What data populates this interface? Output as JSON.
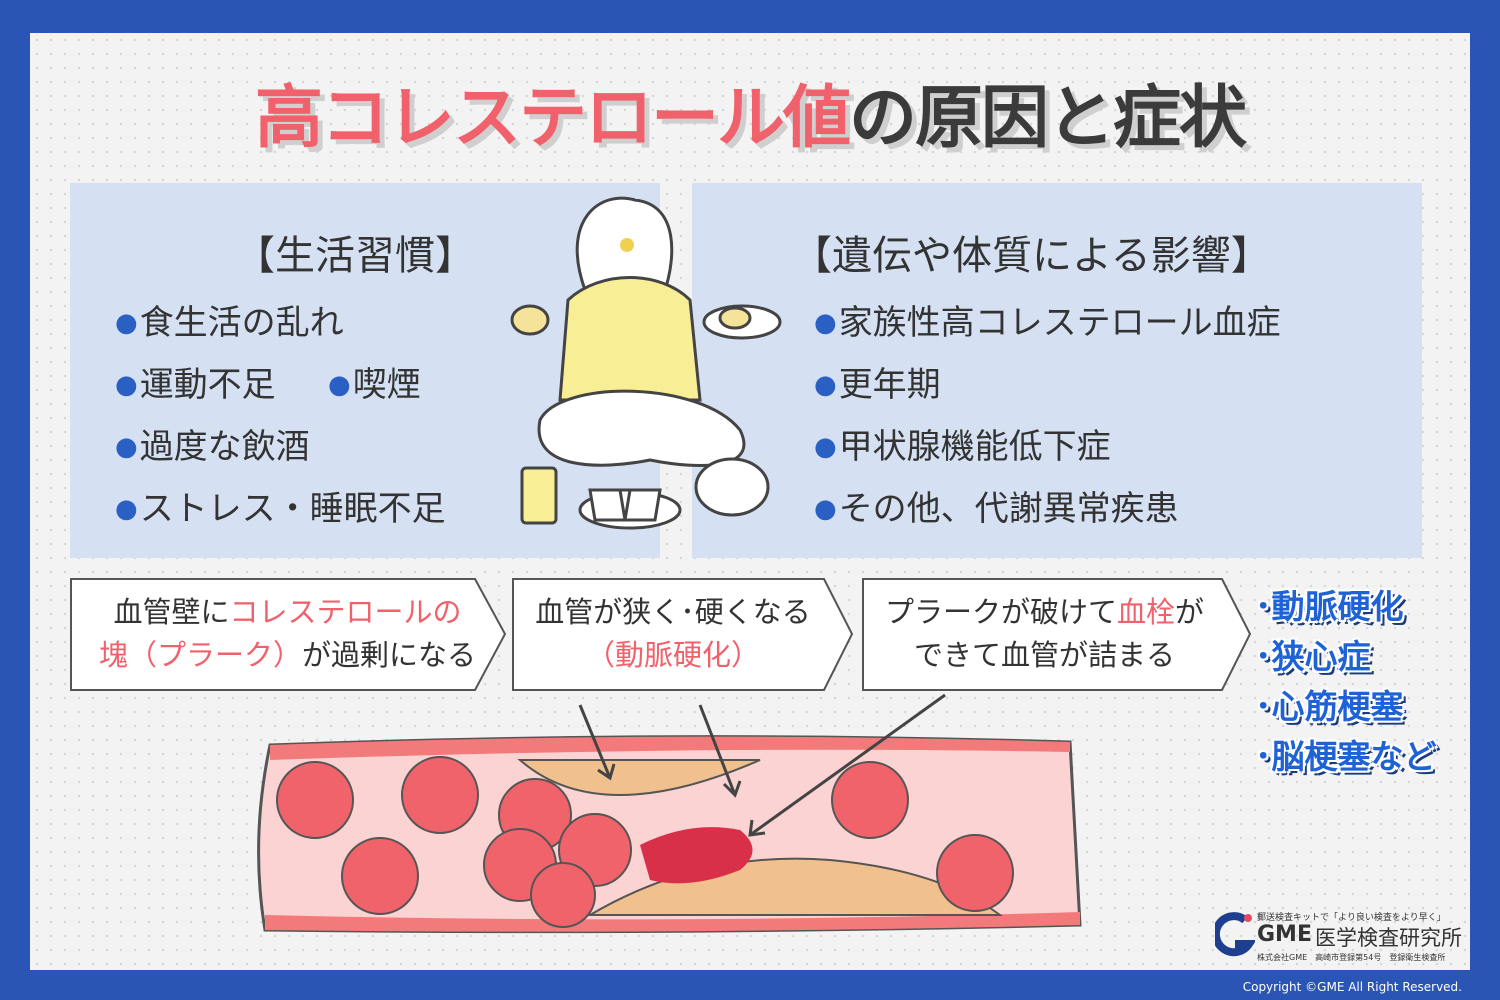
{
  "title": {
    "highlight": "高コレステロール値",
    "rest": "の原因と症状"
  },
  "lifestyle": {
    "heading": "【生活習慣】",
    "items": [
      "食生活の乱れ",
      "運動不足",
      "喫煙",
      "過度な飲酒",
      "ストレス・睡眠不足"
    ]
  },
  "genetic": {
    "heading": "【遺伝や体質による影響】",
    "items": [
      "家族性高コレステロール血症",
      "更年期",
      "甲状腺機能低下症",
      "その他、代謝異常疾患"
    ]
  },
  "steps": [
    {
      "a": "血管壁に",
      "b": "コレステロールの",
      "c": "塊（プラーク）",
      "d": "が過剰になる"
    },
    {
      "a": "血管が狭く･硬くなる",
      "b": "（動脈硬化）"
    },
    {
      "a": "プラークが破けて",
      "b": "血栓",
      "c": "が",
      "d": "できて血管が詰まる"
    }
  ],
  "diseases": [
    "･動脈硬化",
    "･狭心症",
    "･心筋梗塞",
    "･脳梗塞など"
  ],
  "logo": {
    "tagline": "郵送検査キットで「より良い検査をより早く」",
    "brand": "GME",
    "name": "医学検査研究所",
    "sub": "株式会社GME　高崎市登録第54号　登録衛生検査所"
  },
  "copyright": "Copyright ©GME All Right Reserved.",
  "colors": {
    "border": "#2a55b5",
    "pink": "#f0616b",
    "panel": "#d5e1f2",
    "blue": "#1e62d6"
  }
}
